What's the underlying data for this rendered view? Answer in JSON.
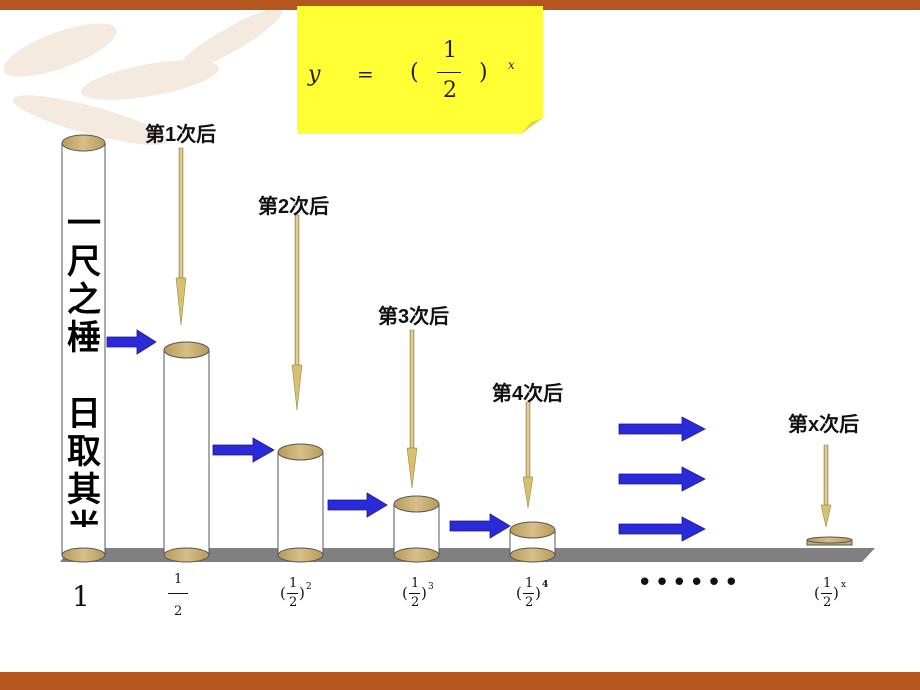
{
  "formula": {
    "y": "y",
    "eq": "=",
    "lparen": "(",
    "num": "1",
    "den": "2",
    "rparen": ")",
    "exp": "x"
  },
  "vertical_text": [
    "一",
    "尺",
    "之",
    "棰",
    "",
    "日",
    "取",
    "其",
    "半"
  ],
  "steps": [
    "第1次后",
    "第2次后",
    "第3次后",
    "第4次后",
    "第x次后"
  ],
  "bottom_labels": {
    "first": "1",
    "half": {
      "num": "1",
      "den": "2"
    },
    "powers": [
      {
        "num": "1",
        "den": "2",
        "exp": "2"
      },
      {
        "num": "1",
        "den": "2",
        "exp": "3"
      },
      {
        "num": "1",
        "den": "2",
        "exp": "4"
      },
      {
        "num": "1",
        "den": "2",
        "exp": "x"
      }
    ],
    "ellipsis": "••••••"
  },
  "colors": {
    "bar": "#b5561e",
    "formula_bg": "#ffff33",
    "arrow_blue": "#2a2ad8",
    "pointer_arrow": "#d8c070",
    "cylinder_cap": "#c8ad72",
    "floor": "#808080"
  }
}
